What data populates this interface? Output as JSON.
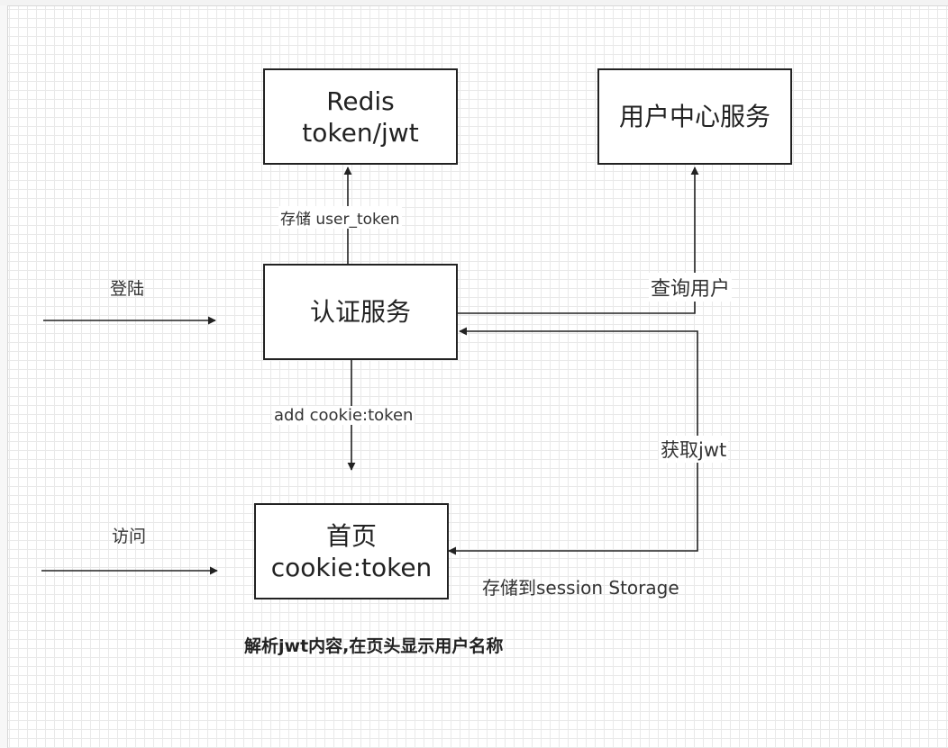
{
  "nodes": {
    "redis": {
      "line1": "Redis",
      "line2": "token/jwt"
    },
    "user_center": {
      "label": "用户中心服务"
    },
    "auth": {
      "label": "认证服务"
    },
    "home": {
      "line1": "首页",
      "line2": "cookie:token"
    }
  },
  "edges": {
    "store_token": "存储 user_token",
    "login": "登陆",
    "query_user": "查询用户",
    "add_cookie": "add cookie:token",
    "get_jwt": "获取jwt",
    "visit": "访问",
    "store_session": "存储到session Storage"
  },
  "note": "解析jwt内容,在页头显示用户名称",
  "colors": {
    "stroke": "#222222",
    "grid": "#e9e9e9",
    "background": "#ffffff"
  }
}
